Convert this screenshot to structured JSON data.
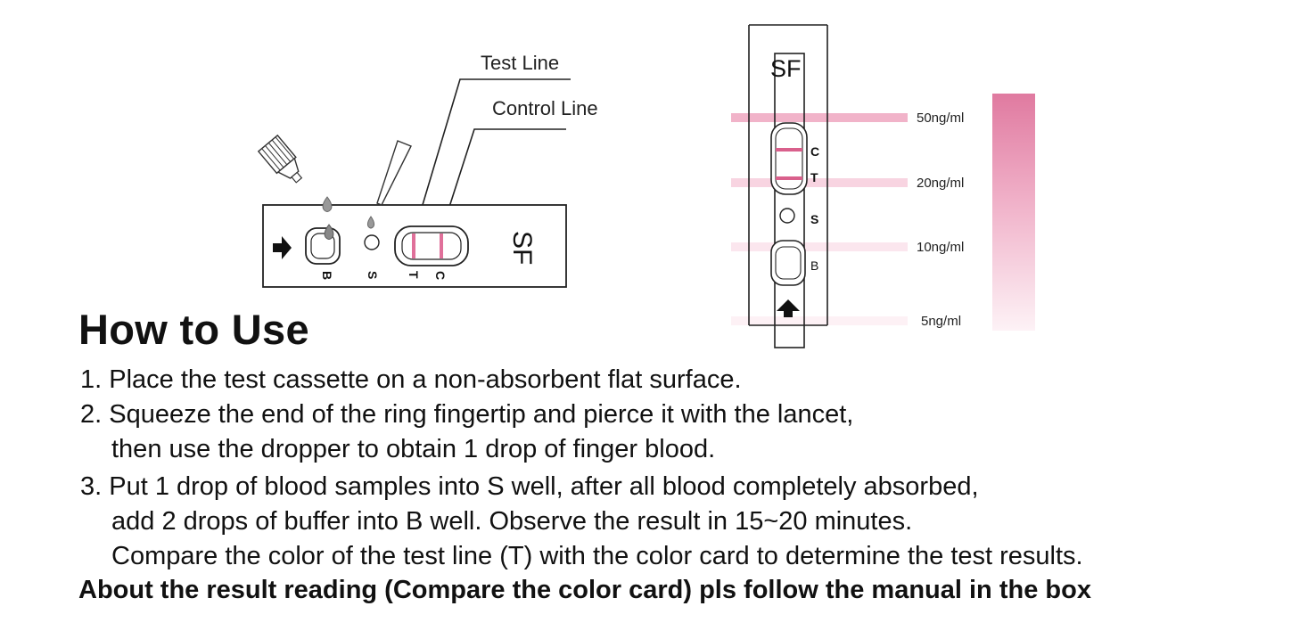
{
  "cassette_diagram": {
    "test_line_label": "Test Line",
    "control_line_label": "Control Line",
    "brand": "SF",
    "well_b": "B",
    "well_s": "S",
    "line_t": "T",
    "line_c": "C"
  },
  "strip_diagram": {
    "brand": "SF",
    "marker_c": "C",
    "marker_t": "T",
    "marker_s": "S",
    "marker_b": "B",
    "concentrations": [
      "50ng/ml",
      "20ng/ml",
      "10ng/ml",
      "5ng/ml"
    ]
  },
  "colors": {
    "line_pink": "#e0709a",
    "card_top": "#e07aa0",
    "band_50": "#f1b3c9",
    "band_20": "#f8d4e1",
    "band_10": "#fbe6ee",
    "band_5": "#fdf1f5"
  },
  "instructions": {
    "heading": "How to Use",
    "step1": "1. Place the test cassette on a non-absorbent flat surface.",
    "step2_line1": "2. Squeeze the end of the ring fingertip and pierce it with the lancet,",
    "step2_line2": "then use the dropper to obtain 1 drop of finger blood.",
    "step3_line1": "3. Put 1 drop of blood samples into S well, after all blood completely absorbed,",
    "step3_line2": "add 2 drops of buffer into B well. Observe the result in 15~20 minutes.",
    "step3_line3": "Compare the color of the test line (T) with the color card to determine the test results.",
    "note": "About the result reading (Compare the color card) pls follow the manual in the box"
  }
}
